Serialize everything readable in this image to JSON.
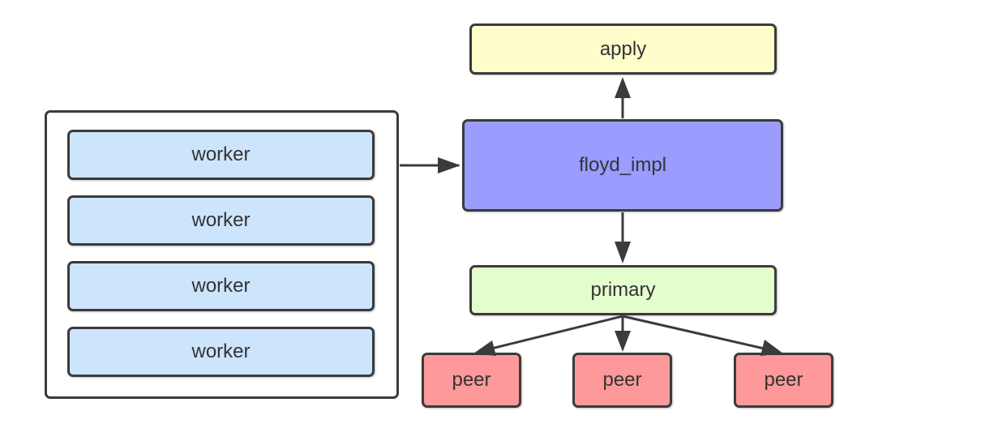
{
  "diagram": {
    "workers": [
      "worker",
      "worker",
      "worker",
      "worker"
    ],
    "apply": "apply",
    "floyd_impl": "floyd_impl",
    "primary": "primary",
    "peers": [
      "peer",
      "peer",
      "peer"
    ],
    "colors": {
      "worker": "#cde4fd",
      "apply": "#fefdcb",
      "floyd_impl": "#9a9cfe",
      "primary": "#e4fdcd",
      "peer": "#fd999a",
      "border": "#3b3b3b",
      "text": "#333333"
    }
  }
}
